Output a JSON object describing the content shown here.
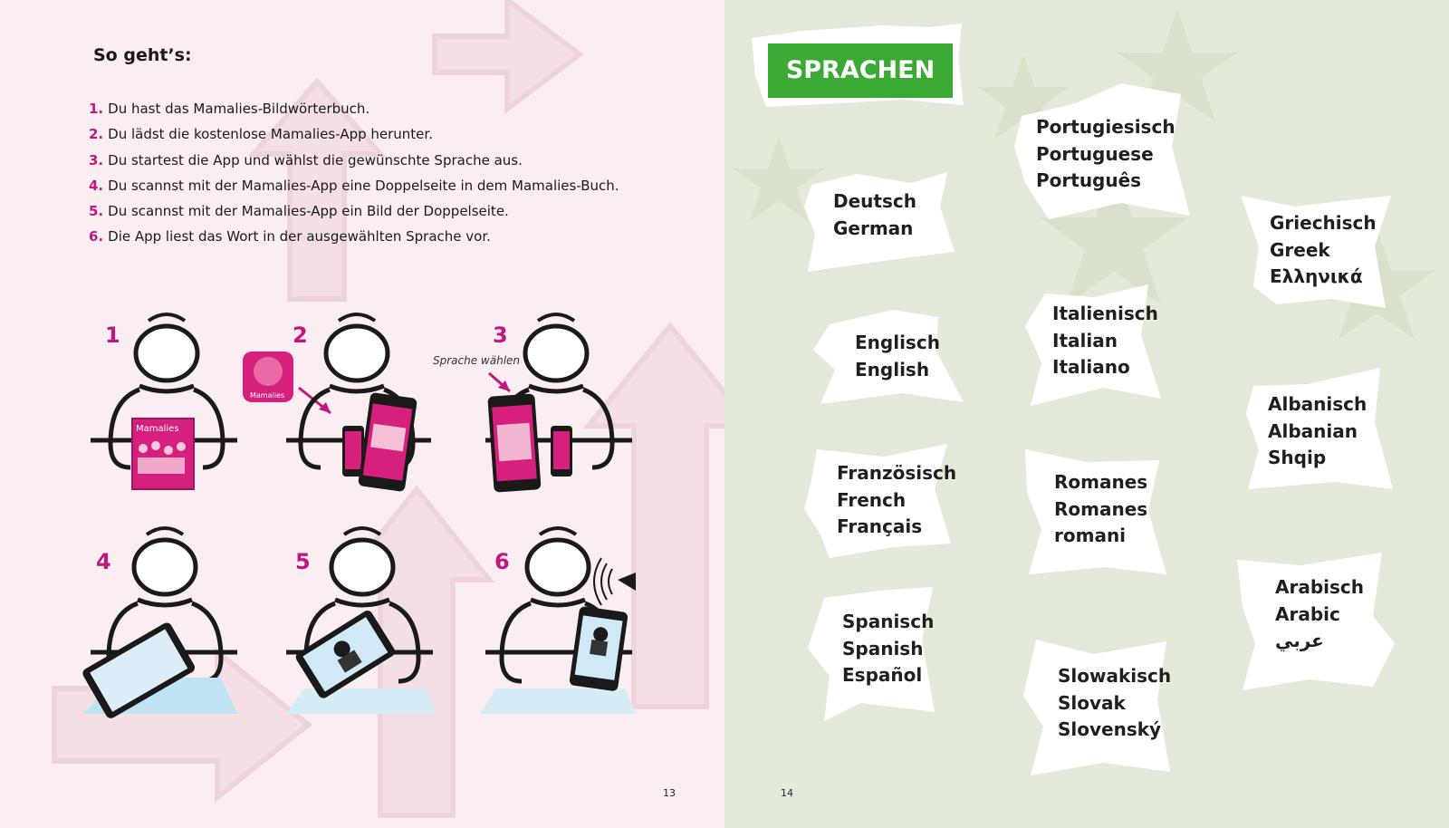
{
  "left_page": {
    "heading": "So geht’s:",
    "steps": [
      {
        "num": "1.",
        "text": "Du hast das Mamalies-Bildwörterbuch."
      },
      {
        "num": "2.",
        "text": "Du lädst die kostenlose Mamalies-App herunter."
      },
      {
        "num": "3.",
        "text": "Du startest die App und wählst die gewünschte Sprache aus."
      },
      {
        "num": "4.",
        "text": "Du scannst mit der Mamalies-App eine Doppelseite in dem Mamalies-Buch."
      },
      {
        "num": "5.",
        "text": "Du scannst mit der Mamalies-App ein Bild der Doppelseite."
      },
      {
        "num": "6.",
        "text": "Die App liest das Wort in der ausgewählten Sprache vor."
      }
    ],
    "illustrations": {
      "numbers": [
        "1",
        "2",
        "3",
        "4",
        "5",
        "6"
      ],
      "book_title": "Mamalies",
      "app_icon_label": "Mamalies",
      "caption": "Sprache wählen"
    },
    "page_number": "13",
    "accent_color": "#c2177e"
  },
  "right_page": {
    "title": "SPRACHEN",
    "title_color": "#3aaa35",
    "page_number": "14",
    "languages": [
      {
        "lines": [
          "Deutsch",
          "German"
        ]
      },
      {
        "lines": [
          "Portugiesisch",
          "Portuguese",
          "Português"
        ]
      },
      {
        "lines": [
          "Griechisch",
          "Greek",
          "Ελληνικά"
        ]
      },
      {
        "lines": [
          "Englisch",
          "English"
        ]
      },
      {
        "lines": [
          "Italienisch",
          "Italian",
          "Italiano"
        ]
      },
      {
        "lines": [
          "Albanisch",
          "Albanian",
          "Shqip"
        ]
      },
      {
        "lines": [
          "Französisch",
          "French",
          "Français"
        ]
      },
      {
        "lines": [
          "Romanes",
          "Romanes",
          "romani"
        ]
      },
      {
        "lines": [
          "Arabisch",
          "Arabic",
          "عربي"
        ]
      },
      {
        "lines": [
          "Spanisch",
          "Spanish",
          "Español"
        ]
      },
      {
        "lines": [
          "Slowakisch",
          "Slovak",
          "Slovenský"
        ]
      }
    ]
  }
}
